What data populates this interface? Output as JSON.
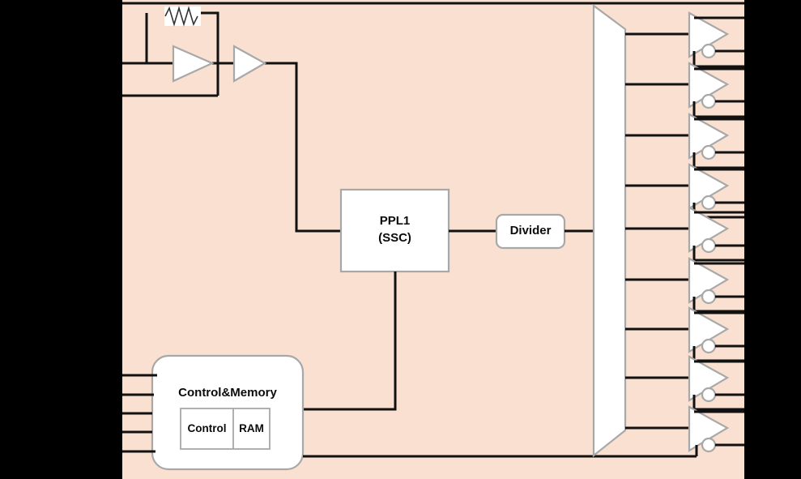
{
  "diagram": {
    "title": "Clock generator block diagram",
    "background_color": "#f9e0d0",
    "outside_color": "#000000",
    "line_color": "#111111",
    "shape_fill": "#ffffff",
    "shape_stroke": "#a8a8a8"
  },
  "blocks": {
    "pll": {
      "line1": "PPL1",
      "line2": "(SSC)",
      "shape": "rectangle"
    },
    "divider": {
      "label": "Divider",
      "shape": "rounded-rectangle"
    },
    "control_memory": {
      "title": "Control&Memory",
      "shape": "rounded-rectangle",
      "sub_blocks": [
        {
          "label": "Control"
        },
        {
          "label": "RAM"
        }
      ]
    },
    "mux": {
      "label": "",
      "shape": "trapezoid",
      "outputs": 9
    },
    "crystal_oscillator": {
      "resistor": "feedback-resistor",
      "inverter_stage_1": "amplifier",
      "inverter_stage_2": "buffer"
    }
  },
  "output_buffers": {
    "count": 9,
    "type": "differential-output-buffer",
    "has_inverted_output": true,
    "centers_y": [
      42,
      104,
      167,
      229,
      282,
      345,
      406,
      466,
      528
    ]
  },
  "input_pins": {
    "oscillator": [
      "xin",
      "xout"
    ],
    "control": [
      "ctrl-1",
      "ctrl-2",
      "ctrl-3",
      "ctrl-4",
      "ctrl-5"
    ]
  }
}
